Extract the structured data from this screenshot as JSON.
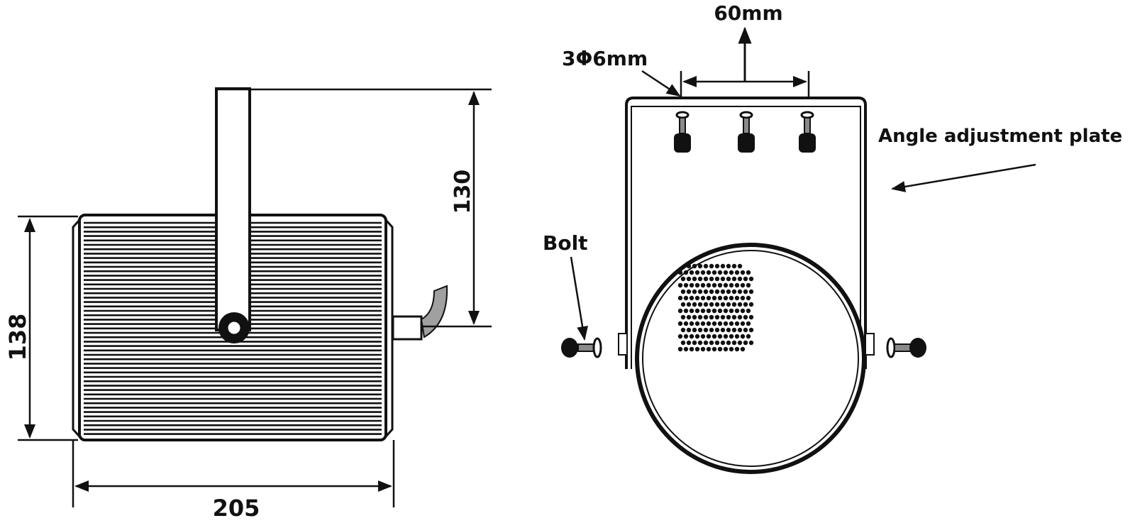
{
  "side_view": {
    "dim_height_bracket": "130",
    "dim_height_body": "138",
    "dim_width_body": "205"
  },
  "front_view": {
    "dim_hole_spacing": "60mm",
    "dim_holes": "3Φ6mm",
    "label_plate": "Angle adjustment plate",
    "label_bolt": "Bolt"
  },
  "colors": {
    "line": "#111111",
    "cable": "#a0a0a0",
    "bolt_shaft": "#8a8a8a"
  }
}
